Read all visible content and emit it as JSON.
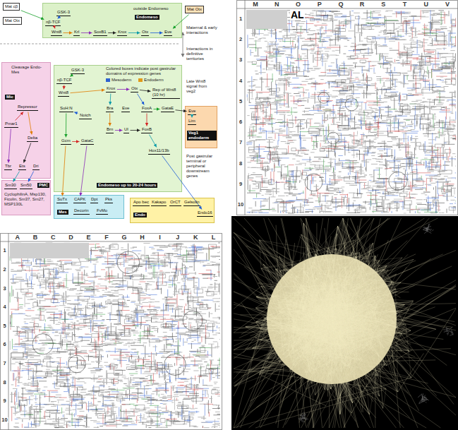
{
  "diagram": {
    "nodes": [
      {
        "text": [
          "Endomeso",
          "outside Endomeso"
        ]
      },
      {
        "text": [
          "GSK-3"
        ],
        "in": 0
      },
      {
        "text": [
          "nβ-TCF"
        ],
        "in": 0
      },
      {
        "text": [
          "Wnt8"
        ],
        "in": 0
      },
      {
        "text": [
          "Krl"
        ],
        "in": 0
      },
      {
        "text": [
          "SoxB1"
        ],
        "in": 0
      },
      {
        "text": [
          "Krox"
        ],
        "in": 0
      },
      {
        "text": [
          "Otx"
        ],
        "in": 0
      },
      {
        "text": [
          "Eve"
        ],
        "in": 0
      },
      {
        "text": [
          "Mat cβ"
        ]
      },
      {
        "text": [
          "Mat Otx"
        ]
      },
      {
        "text": [
          "Mat Otx"
        ]
      },
      {
        "text": [
          "Mic"
        ]
      },
      {
        "text": [
          "Repressor"
        ],
        "in": 12
      },
      {
        "text": [
          "Pmar1"
        ],
        "in": 12
      },
      {
        "text": [
          "Delta"
        ],
        "in": 12
      },
      {
        "text": [
          "Tbr"
        ],
        "in": 12
      },
      {
        "text": [
          "Ets"
        ],
        "in": 12
      },
      {
        "text": [
          "Dri"
        ],
        "in": 12
      },
      {
        "text": [
          "PMC",
          "CyclophilinA, Msp130, Ficolin, Sm37, Sm27, MSP130L"
        ]
      },
      {
        "text": [
          "Sm30"
        ],
        "in": 19
      },
      {
        "text": [
          "Sm50"
        ],
        "in": 19
      },
      {
        "text": [
          "Endomeso up to 20-24 hours"
        ]
      },
      {
        "text": [
          "GSK-3"
        ],
        "in": 22
      },
      {
        "text": [
          "nβ-TCF"
        ],
        "in": 22
      },
      {
        "text": [
          "Wnt8"
        ],
        "in": 22
      },
      {
        "text": [
          "Krox"
        ],
        "in": 22
      },
      {
        "text": [
          "Otx"
        ],
        "in": 22
      },
      {
        "text": [
          "Rep of Wnt8 (10 hr)"
        ],
        "in": 22
      },
      {
        "text": [
          "SuH:N"
        ],
        "in": 22
      },
      {
        "text": [
          "Notch"
        ],
        "in": 22
      },
      {
        "text": [
          "Bra"
        ],
        "in": 22
      },
      {
        "text": [
          "Eve"
        ],
        "in": 22
      },
      {
        "text": [
          "FoxA"
        ],
        "in": 22
      },
      {
        "text": [
          "GataE"
        ],
        "in": 22
      },
      {
        "text": [
          "Gcm"
        ],
        "in": 22
      },
      {
        "text": [
          "GataC"
        ],
        "in": 22
      },
      {
        "text": [
          "Brn"
        ],
        "in": 22
      },
      {
        "text": [
          "UI"
        ],
        "in": 22
      },
      {
        "text": [
          "FoxB"
        ],
        "in": 22
      },
      {
        "text": [
          "Hox11/13b"
        ],
        "in": 22
      },
      {
        "text": [
          "Mes"
        ]
      },
      {
        "text": [
          "SuTx"
        ],
        "in": 41
      },
      {
        "text": [
          "CAPK"
        ],
        "in": 41
      },
      {
        "text": [
          "Dpt"
        ],
        "in": 41
      },
      {
        "text": [
          "Pks"
        ],
        "in": 41
      },
      {
        "text": [
          "Decorin"
        ],
        "in": 41
      },
      {
        "text": [
          "FvMo"
        ],
        "in": 41
      },
      {
        "text": [
          "Endo"
        ]
      },
      {
        "text": [
          "Apo bec"
        ],
        "in": 48
      },
      {
        "text": [
          "Kakapo"
        ],
        "in": 48
      },
      {
        "text": [
          "OrCT"
        ],
        "in": 48
      },
      {
        "text": [
          "Gelsolin"
        ],
        "in": 48
      },
      {
        "text": [
          "Endo16"
        ],
        "in": 48
      },
      {
        "text": [
          "Veg1 endoderm"
        ]
      },
      {
        "text": [
          "Eve"
        ],
        "in": 54
      },
      {
        "text": [
          "Lim"
        ],
        "in": 54
      }
    ],
    "edges": [
      {
        "from": 1,
        "to": 2,
        "arrow": "to"
      },
      {
        "from": 9,
        "to": 2,
        "arrow": "to"
      },
      {
        "from": 2,
        "to": 3,
        "arrow": "to"
      },
      {
        "from": 3,
        "to": 4,
        "arrow": "to"
      },
      {
        "from": 4,
        "to": 5,
        "arrow": "to"
      },
      {
        "from": 5,
        "to": 6,
        "arrow": "to"
      },
      {
        "from": 6,
        "to": 7,
        "arrow": "to"
      },
      {
        "from": 7,
        "to": 8,
        "arrow": "to"
      },
      {
        "from": 11,
        "to": 8,
        "arrow": "to"
      },
      {
        "from": 14,
        "to": 13,
        "arrow": "to"
      },
      {
        "from": 13,
        "to": 15,
        "arrow": "to"
      },
      {
        "from": 14,
        "to": 16,
        "arrow": "to"
      },
      {
        "from": 15,
        "to": 17,
        "arrow": "to"
      },
      {
        "from": 17,
        "to": 20,
        "arrow": "to"
      },
      {
        "from": 18,
        "to": 21,
        "arrow": "to"
      },
      {
        "from": 23,
        "to": 24,
        "arrow": "to"
      },
      {
        "from": 24,
        "to": 25,
        "arrow": "to"
      },
      {
        "from": 25,
        "to": 26,
        "arrow": "to"
      },
      {
        "from": 26,
        "to": 27,
        "arrow": "to"
      },
      {
        "from": 27,
        "to": 28,
        "arrow": "to"
      },
      {
        "from": 26,
        "to": 31,
        "arrow": "to"
      },
      {
        "from": 27,
        "to": 33,
        "arrow": "to"
      },
      {
        "from": 33,
        "to": 34,
        "arrow": "to"
      },
      {
        "from": 33,
        "to": 39,
        "arrow": "to"
      },
      {
        "from": 31,
        "to": 37,
        "arrow": "to"
      },
      {
        "from": 37,
        "to": 38,
        "arrow": "to"
      },
      {
        "from": 38,
        "to": 39,
        "arrow": "to"
      },
      {
        "from": 39,
        "to": 40,
        "arrow": "to"
      },
      {
        "from": 30,
        "to": 29,
        "arrow": "to"
      },
      {
        "from": 29,
        "to": 35,
        "arrow": "to"
      },
      {
        "from": 35,
        "to": 36,
        "arrow": "to"
      },
      {
        "from": 35,
        "to": 42,
        "arrow": "to"
      },
      {
        "from": 36,
        "to": 43,
        "arrow": "to"
      },
      {
        "from": 34,
        "to": 55,
        "arrow": "to"
      },
      {
        "from": 55,
        "to": 56,
        "arrow": "to"
      },
      {
        "from": 40,
        "to": 53,
        "arrow": "to"
      }
    ],
    "labels": [
      "Maternal & early interactions",
      "Interactions in definitive territories",
      "Cleavage Endo-Mes",
      "Colored boxes indicate post gastrular domains of expression genes",
      "Late Wnt8 signal from veg2",
      "Post gastrular terminal or peripheral downstream genes",
      "AL",
      "M",
      "N",
      "O",
      "P",
      "Q",
      "R",
      "S",
      "T",
      "U",
      "V",
      "1",
      "2",
      "3",
      "4",
      "5",
      "6",
      "7",
      "8",
      "9",
      "10",
      "A",
      "B",
      "C",
      "D",
      "E",
      "F",
      "G",
      "H",
      "I",
      "J",
      "K",
      "L",
      "1",
      "2",
      "3",
      "4",
      "5",
      "6",
      "7",
      "8",
      "9",
      "10"
    ],
    "legend": [
      {
        "text": "Mesoderm",
        "color": "#2f62d0"
      },
      {
        "text": "Endoderm",
        "color": "#e09a1a"
      }
    ]
  }
}
